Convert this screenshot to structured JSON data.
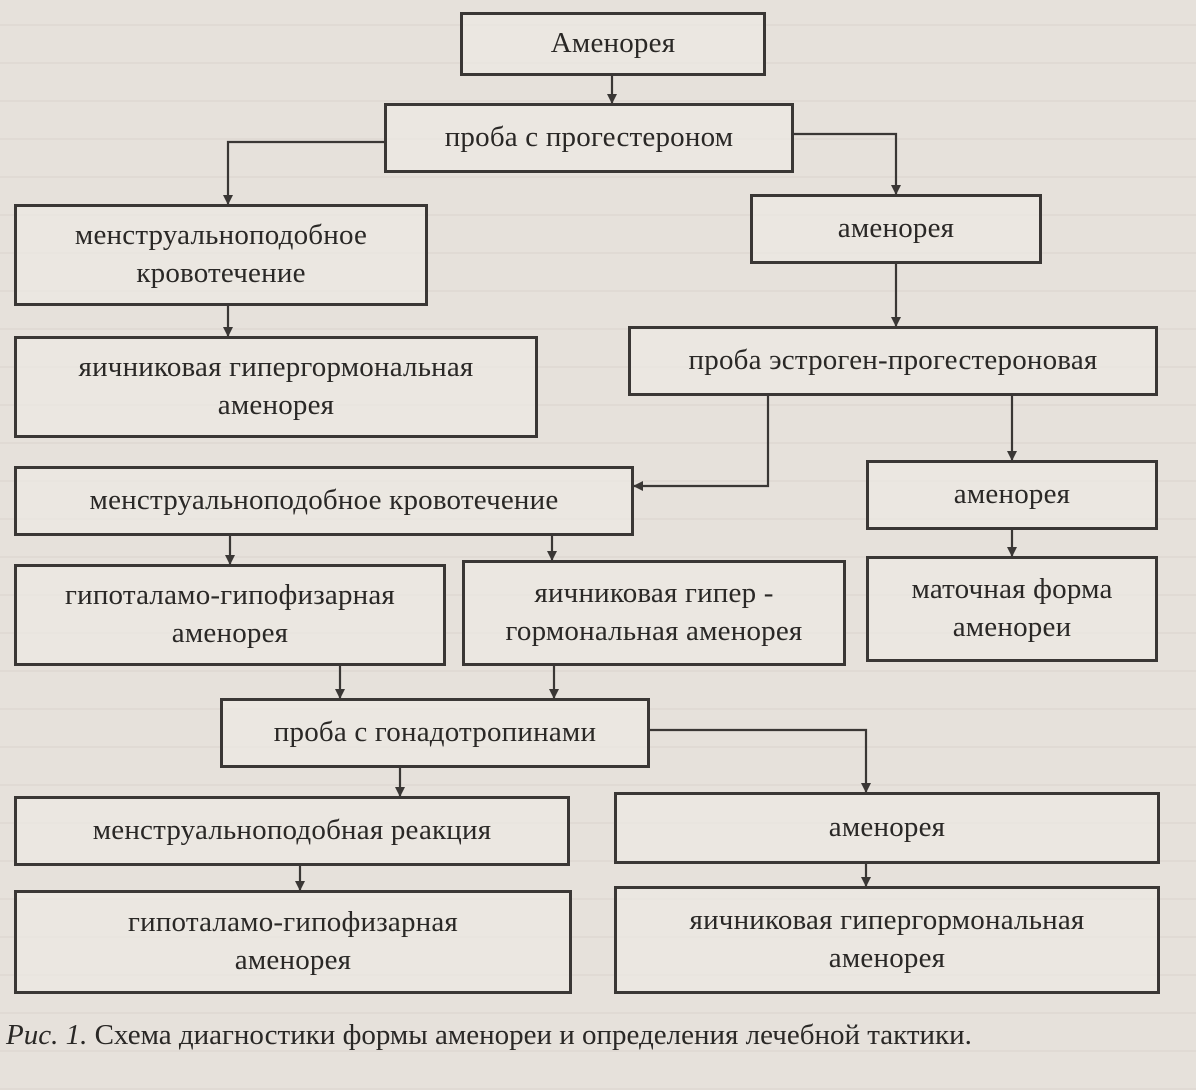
{
  "nodes": [
    {
      "id": "n1",
      "text": "Аменорея"
    },
    {
      "id": "n2",
      "text": "проба с прогестероном"
    },
    {
      "id": "n3",
      "text": "менструальноподобное\nкровотечение"
    },
    {
      "id": "n4",
      "text": "аменорея"
    },
    {
      "id": "n5",
      "text": "яичниковая гипергормональная\nаменорея"
    },
    {
      "id": "n6",
      "text": "проба эстроген-прогестероновая"
    },
    {
      "id": "n7",
      "text": "менструальноподобное кровотечение"
    },
    {
      "id": "n8",
      "text": "аменорея"
    },
    {
      "id": "n9",
      "text": "гипоталамо-гипофизарная\nаменорея"
    },
    {
      "id": "n10",
      "text": "яичниковая гипер -\nгормональная аменорея"
    },
    {
      "id": "n11",
      "text": "маточная форма\nаменореи"
    },
    {
      "id": "n12",
      "text": "проба с гонадотропинами"
    },
    {
      "id": "n13",
      "text": "менструальноподобная реакция"
    },
    {
      "id": "n14",
      "text": "аменорея"
    },
    {
      "id": "n15",
      "text": "гипоталамо-гипофизарная\nаменорея"
    },
    {
      "id": "n16",
      "text": "яичниковая гипергормональная\nаменорея"
    }
  ],
  "edges": [
    {
      "from": "n1",
      "to": "n2"
    },
    {
      "from": "n2",
      "to": "n3"
    },
    {
      "from": "n2",
      "to": "n4"
    },
    {
      "from": "n3",
      "to": "n5"
    },
    {
      "from": "n4",
      "to": "n6"
    },
    {
      "from": "n6",
      "to": "n7"
    },
    {
      "from": "n6",
      "to": "n8"
    },
    {
      "from": "n7",
      "to": "n9"
    },
    {
      "from": "n7",
      "to": "n10"
    },
    {
      "from": "n8",
      "to": "n11"
    },
    {
      "from": "n9",
      "to": "n12"
    },
    {
      "from": "n10",
      "to": "n12"
    },
    {
      "from": "n12",
      "to": "n13"
    },
    {
      "from": "n12",
      "to": "n14"
    },
    {
      "from": "n13",
      "to": "n15"
    },
    {
      "from": "n14",
      "to": "n16"
    }
  ],
  "caption": {
    "lead": "Рис. 1.",
    "text": " Схема диагностики формы аменореи и определения лечебной тактики."
  }
}
